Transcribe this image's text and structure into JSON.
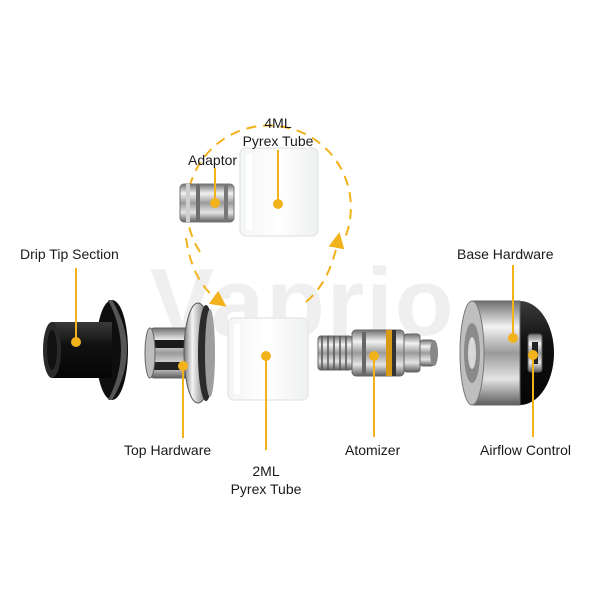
{
  "watermark": "Vaprio",
  "accent_color": "#f2b21c",
  "labels": {
    "tube_4ml_line1": "4ML",
    "tube_4ml_line2": "Pyrex Tube",
    "adaptor": "Adaptor",
    "drip_tip": "Drip Tip Section",
    "base_hardware": "Base Hardware",
    "top_hardware": "Top Hardware",
    "tube_2ml_line1": "2ML",
    "tube_2ml_line2": "Pyrex Tube",
    "atomizer": "Atomizer",
    "airflow_control": "Airflow Control"
  }
}
